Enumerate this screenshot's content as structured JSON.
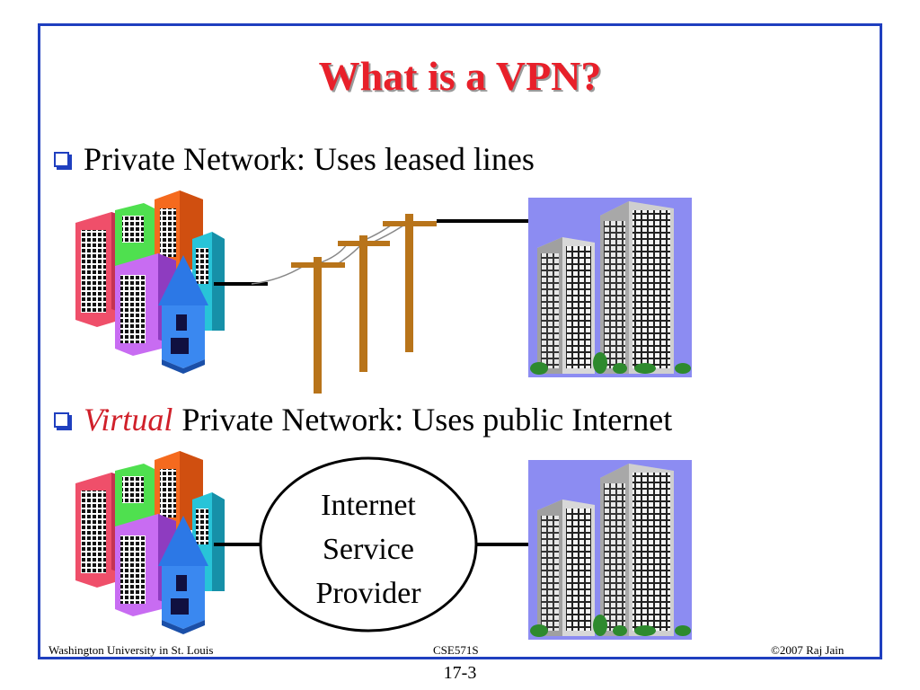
{
  "title": "What is a VPN?",
  "bullets": [
    {
      "text": "Private Network: Uses leased lines"
    },
    {
      "emphasis": "Virtual",
      "text": "Private Network: Uses public Internet"
    }
  ],
  "isp": {
    "line1": "Internet",
    "line2": "Service",
    "line3": "Provider"
  },
  "footer": {
    "left": "Washington University in St. Louis",
    "center": "CSE571S",
    "right": "©2007 Raj Jain"
  },
  "page_number": "17-3",
  "colors": {
    "title": "#e8202a",
    "frame": "#1f3fbf",
    "emphasis": "#d0202a",
    "sky": "#8c8cf2"
  }
}
